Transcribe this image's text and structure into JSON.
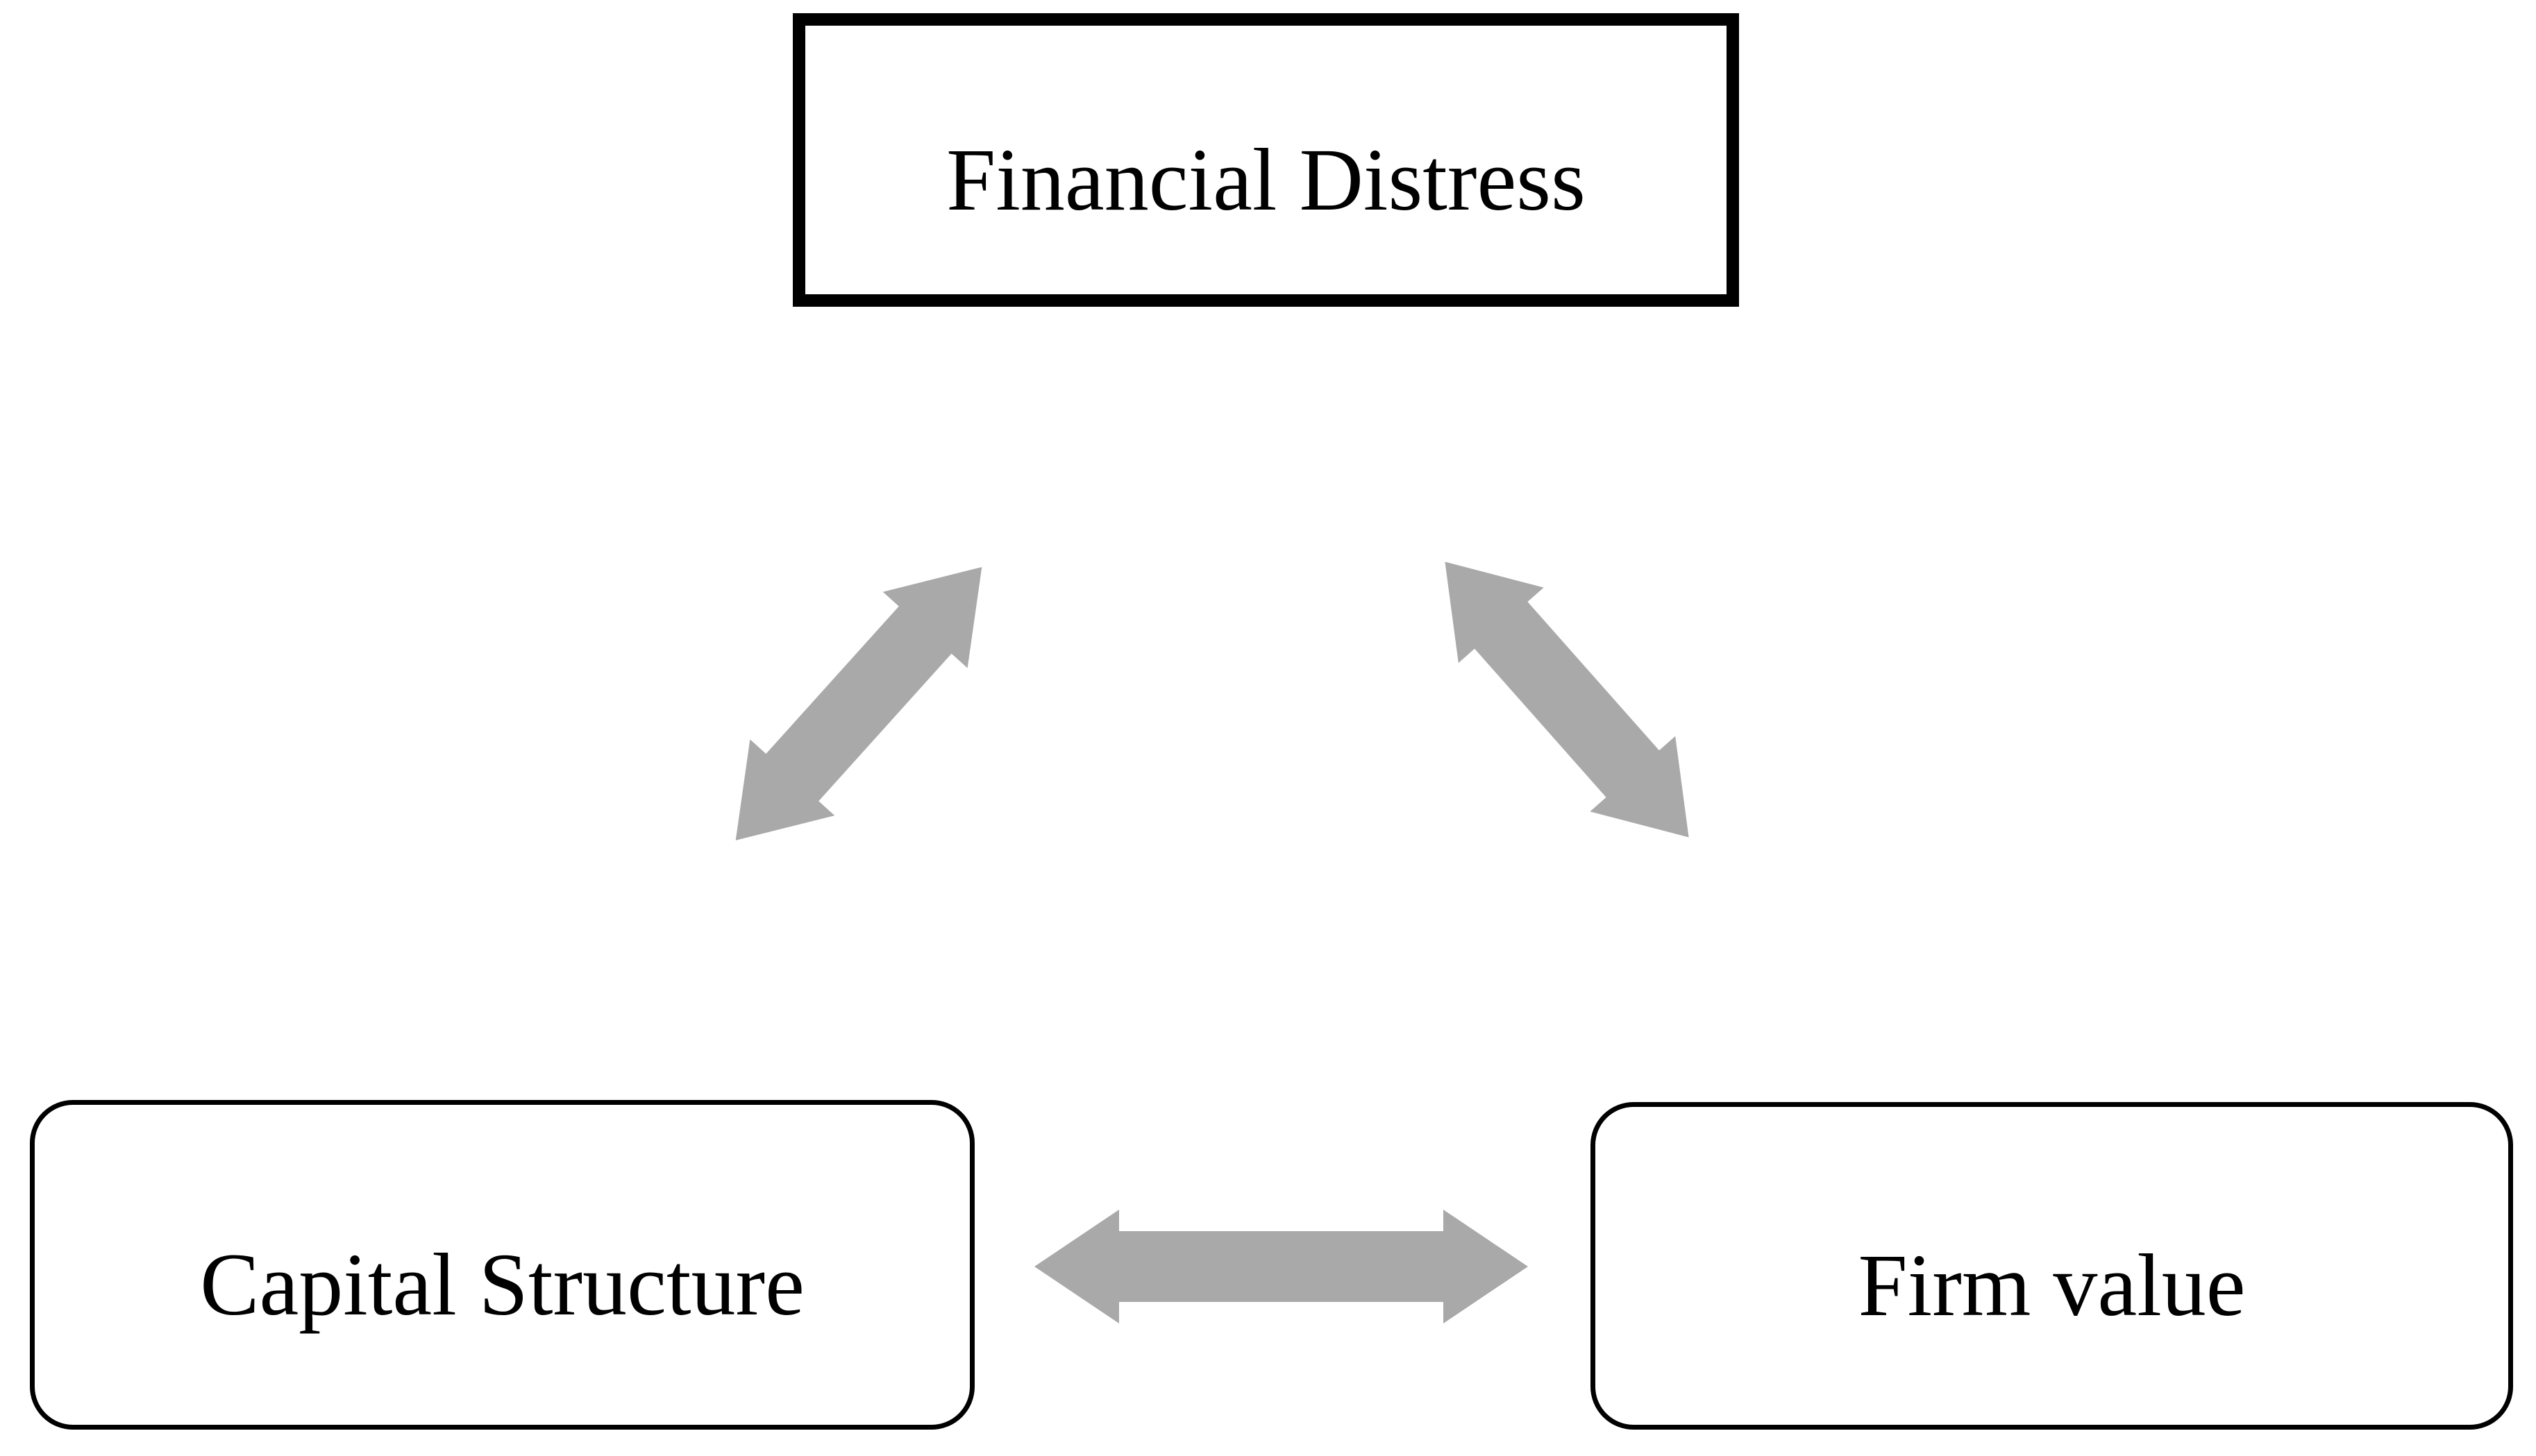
{
  "figure": {
    "nodes": {
      "financial_distress": {
        "label": "Financial Distress",
        "shape": "rectangle"
      },
      "capital_structure": {
        "label": "Capital Structure",
        "shape": "rounded-rectangle"
      },
      "firm_value": {
        "label": "Firm value",
        "shape": "rounded-rectangle"
      }
    },
    "connectors": [
      {
        "name": "financial-distress--capital-structure",
        "type": "double-headed-arrow",
        "direction": "diagonal-up-right"
      },
      {
        "name": "financial-distress--firm-value",
        "type": "double-headed-arrow",
        "direction": "diagonal-down-right"
      },
      {
        "name": "capital-structure--firm-value",
        "type": "double-headed-arrow",
        "direction": "horizontal"
      }
    ],
    "colors": {
      "arrow": "#a9a9a9",
      "box_border": "#000000",
      "box_fill": "#ffffff",
      "text": "#000000",
      "background": "#ffffff"
    }
  }
}
